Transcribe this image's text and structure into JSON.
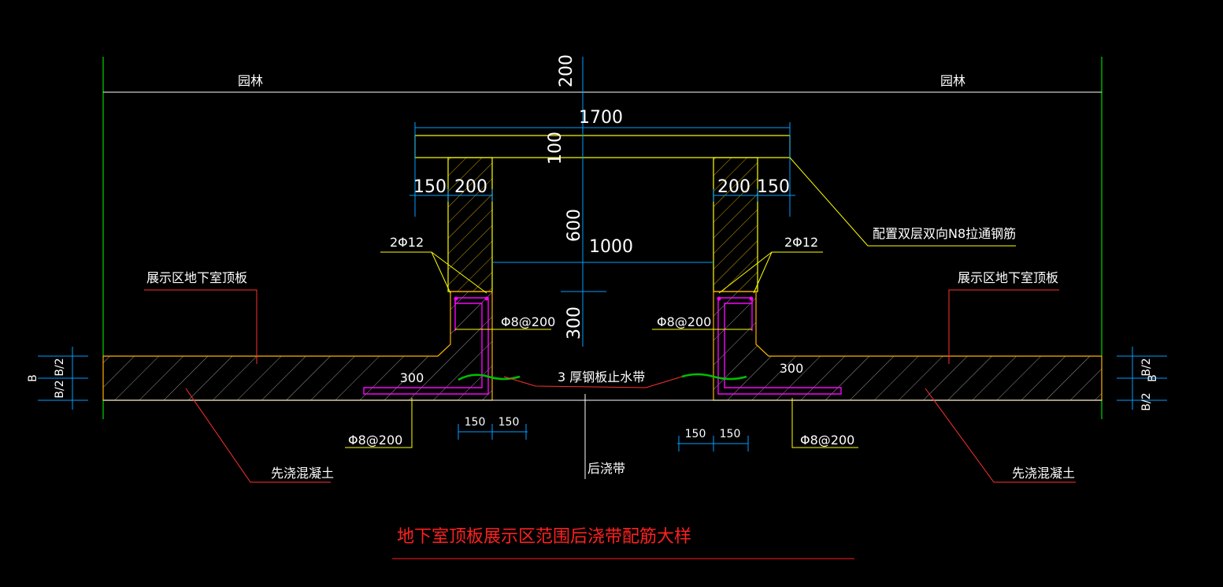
{
  "labels": {
    "garden_left": "园林",
    "garden_right": "园林",
    "slab_left": "展示区地下室顶板",
    "slab_right": "展示区地下室顶板",
    "rebar_note": "配置双层双向N8拉通钢筋",
    "bar_left": "2Φ12",
    "bar_right": "2Φ12",
    "stirrup_left": "Φ8@200",
    "stirrup_right": "Φ8@200",
    "bottom_left": "Φ8@200",
    "bottom_right": "Φ8@200",
    "waterstop": "3 厚钢板止水带",
    "post_pour": "后浇带",
    "concrete_left": "先浇混凝土",
    "concrete_right": "先浇混凝土"
  },
  "dimensions": {
    "top_200": "200",
    "width_1700": "1700",
    "cap_100": "100",
    "left_150": "150",
    "left_200": "200",
    "right_200": "200",
    "right_150": "150",
    "height_600": "600",
    "inner_1000": "1000",
    "height_300": "300",
    "left_300": "300",
    "right_300": "300",
    "bl_150a": "150",
    "bl_150b": "150",
    "br_150a": "150",
    "br_150b": "150",
    "lb_B": "B",
    "lb_B2a": "B/2",
    "lb_B2b": "B/2",
    "rb_B": "B",
    "rb_B2a": "B/2",
    "rb_B2b": "B/2"
  },
  "title": "地下室顶板展示区范围后浇带配筋大样",
  "colors": {
    "background": "#000000",
    "structure": "#ffff00",
    "concrete_outline": "#ffb000",
    "dimension": "#00a0ff",
    "rebar": "#ff00ff",
    "leader": "#ff3030",
    "waterstop": "#00c000",
    "ground_line": "#00ff00",
    "title": "#ff2020"
  }
}
